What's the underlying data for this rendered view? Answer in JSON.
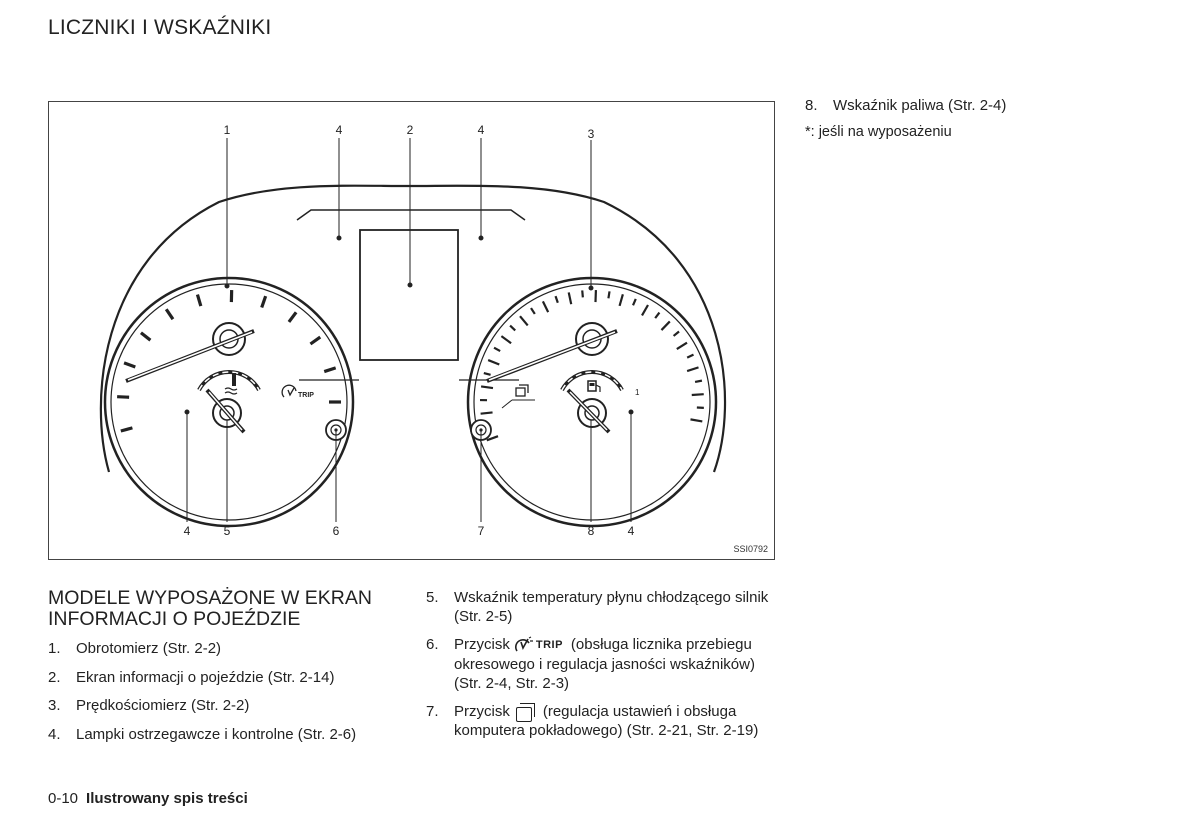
{
  "page": {
    "title": "LICZNIKI I WSKAŹNIKI",
    "footer_page": "0-10",
    "footer_title": "Ilustrowany spis treści"
  },
  "figure": {
    "code": "SSI0792",
    "trip_label": "TRIP",
    "callouts_top": [
      "1",
      "4",
      "2",
      "4",
      "3"
    ],
    "callouts_bottom": [
      "4",
      "5",
      "6",
      "7",
      "8",
      "4"
    ],
    "fuel_scale_mark": "1"
  },
  "right_column": {
    "item8_num": "8.",
    "item8_text": "Wskaźnik paliwa (Str. 2-4)",
    "note": "*: jeśli na wyposażeniu"
  },
  "section": {
    "title": "MODELE WYPOSAŻONE W EKRAN INFORMACJI O POJEŹDZIE"
  },
  "left_list": [
    {
      "num": "1.",
      "text": "Obrotomierz (Str. 2-2)"
    },
    {
      "num": "2.",
      "text": "Ekran informacji o pojeździe (Str. 2-14)"
    },
    {
      "num": "3.",
      "text": "Prędkościomierz (Str. 2-2)"
    },
    {
      "num": "4.",
      "text": "Lampki ostrzegawcze i kontrolne (Str. 2-6)"
    }
  ],
  "right_list": {
    "item5": {
      "num": "5.",
      "text": "Wskaźnik temperatury płynu chłodzącego silnik (Str. 2-5)"
    },
    "item6": {
      "num": "6.",
      "prefix": "Przycisk",
      "icon_label": "TRIP",
      "text": "(obsługa licznika przebiegu okresowego i regulacja jasności wskaźników) (Str. 2-4, Str. 2-3)"
    },
    "item7": {
      "num": "7.",
      "prefix": "Przycisk",
      "text": "(regulacja ustawień i obsługa komputera pokładowego) (Str. 2-21, Str. 2-19)"
    }
  }
}
